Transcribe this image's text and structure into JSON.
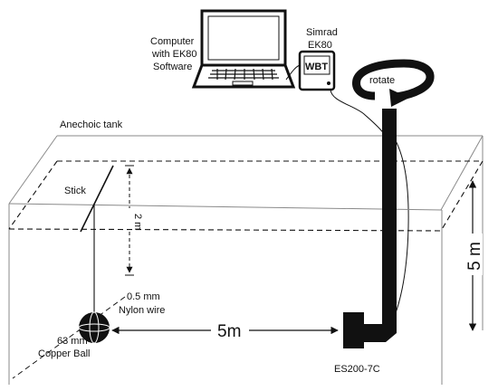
{
  "labels": {
    "computer": [
      "Computer",
      "with EK80",
      "Software"
    ],
    "echosounder": [
      "Simrad",
      "EK80"
    ],
    "wbt": "WBT",
    "rotate": "rotate",
    "tank": "Anechoic tank",
    "stick": "Stick",
    "depth": "2 m",
    "wire": [
      "0.5 mm",
      "Nylon wire"
    ],
    "ball": [
      "63 mm",
      "Copper Ball"
    ],
    "range": "5m",
    "tank_depth": "5 m",
    "transducer": "ES200-7C"
  },
  "colors": {
    "line": "#111111",
    "tank_edge": "#888888",
    "pole": "#111111"
  }
}
